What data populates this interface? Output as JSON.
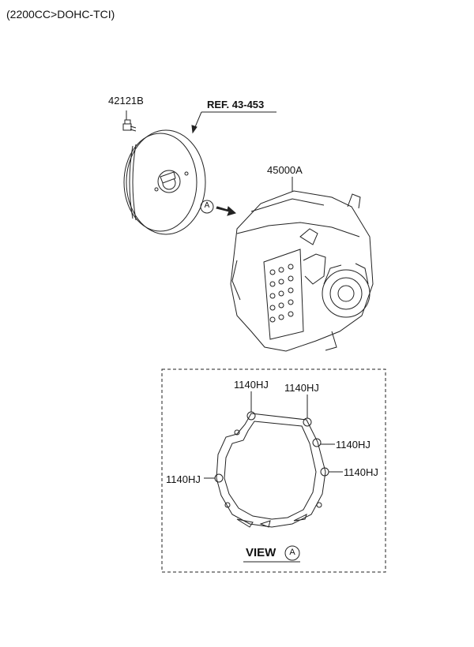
{
  "header": {
    "engine_spec": "(2200CC>DOHC-TCI)"
  },
  "parts": {
    "bolt": "42121B",
    "reference": "REF. 43-453",
    "transaxle": "45000A"
  },
  "view_marker": "A",
  "view_box": {
    "bolt_labels": [
      "1140HJ",
      "1140HJ",
      "1140HJ",
      "1140HJ",
      "1140HJ"
    ],
    "caption": "VIEW",
    "caption_marker": "A"
  }
}
